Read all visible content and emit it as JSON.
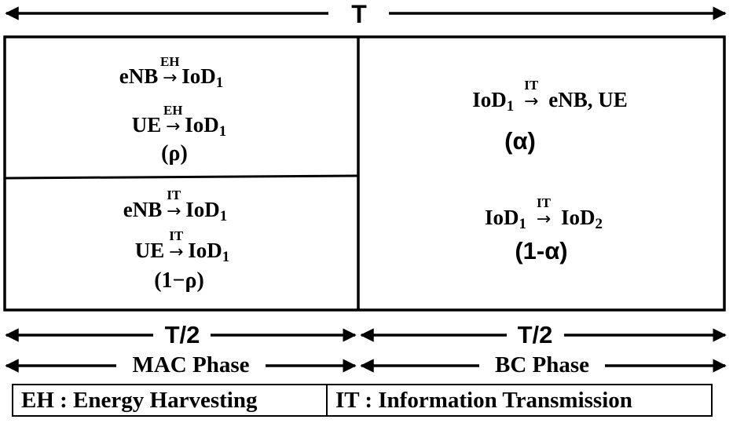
{
  "period": "T",
  "half_left": "T/2",
  "half_right": "T/2",
  "mac_phase": "MAC Phase",
  "bc_phase": "BC Phase",
  "legend": {
    "eh": "EH : Energy Harvesting",
    "it": "IT : Information Transmission"
  },
  "cells": {
    "top_left": {
      "rows": [
        {
          "from": "eNB",
          "op": "EH",
          "to": "IoD",
          "to_sub": "1"
        },
        {
          "from": "UE",
          "op": "EH",
          "to": "IoD",
          "to_sub": "1"
        }
      ],
      "param": "(ρ)"
    },
    "bottom_left": {
      "rows": [
        {
          "from": "eNB",
          "op": "IT",
          "to": "IoD",
          "to_sub": "1"
        },
        {
          "from": "UE",
          "op": "IT",
          "to": "IoD",
          "to_sub": "1"
        }
      ],
      "param": "(1−ρ)"
    },
    "top_right": {
      "from": "IoD",
      "from_sub": "1",
      "op": "IT",
      "to": "eNB, UE",
      "param": "(α)"
    },
    "bottom_right": {
      "from": "IoD",
      "from_sub": "1",
      "op": "IT",
      "to": "IoD",
      "to_sub": "2",
      "param": "(1-α)"
    }
  }
}
